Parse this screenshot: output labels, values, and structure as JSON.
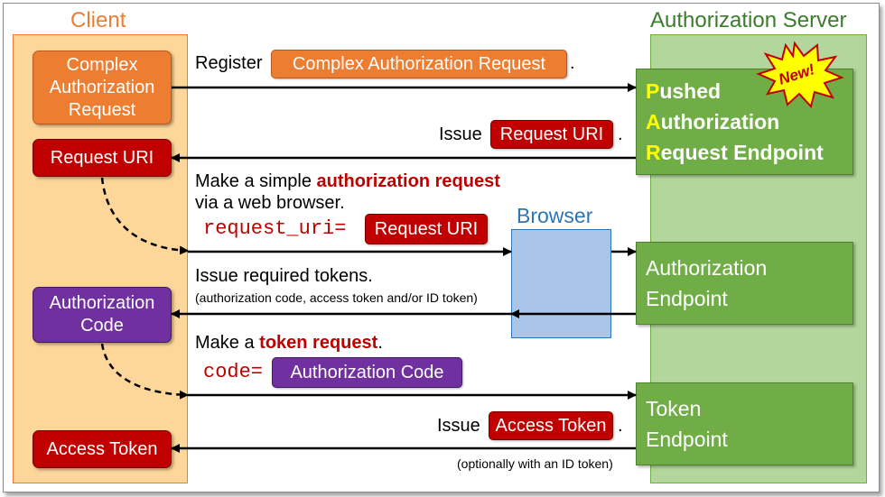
{
  "client": {
    "title": "Client",
    "complex_request": "Complex Authorization Request",
    "request_uri": "Request URI",
    "auth_code": "Authorization Code",
    "access_token": "Access Token"
  },
  "server": {
    "title": "Authorization Server",
    "par_line1_first": "P",
    "par_line1_rest": "ushed",
    "par_line2_first": "A",
    "par_line2_rest": "uthorization",
    "par_line3_first": "R",
    "par_line3_rest": "equest Endpoint",
    "new_badge": "New!",
    "auth_endpoint_line1": "Authorization",
    "auth_endpoint_line2": "Endpoint",
    "token_endpoint_line1": "Token",
    "token_endpoint_line2": "Endpoint"
  },
  "browser": {
    "title": "Browser"
  },
  "messages": {
    "register_prefix": "Register",
    "register_chip": "Complex Authorization Request",
    "register_suffix": ".",
    "issue_prefix": "Issue",
    "issue_chip": "Request URI",
    "issue_suffix": ".",
    "simple_line1_prefix": "Make a simple ",
    "simple_line1_kw": "authorization request",
    "simple_line2": "via a web browser.",
    "request_uri_param": "request_uri=",
    "request_uri_chip": "Request URI",
    "tokens_line1": "Issue required tokens.",
    "tokens_line2": "(authorization code, access token and/or ID token)",
    "token_req_prefix": "Make a ",
    "token_req_kw": "token request",
    "token_req_suffix": ".",
    "code_param": "code=",
    "code_chip": "Authorization Code",
    "issue_at_prefix": "Issue",
    "issue_at_chip": "Access Token",
    "issue_at_suffix": ".",
    "issue_at_note": "(optionally with an ID token)"
  }
}
